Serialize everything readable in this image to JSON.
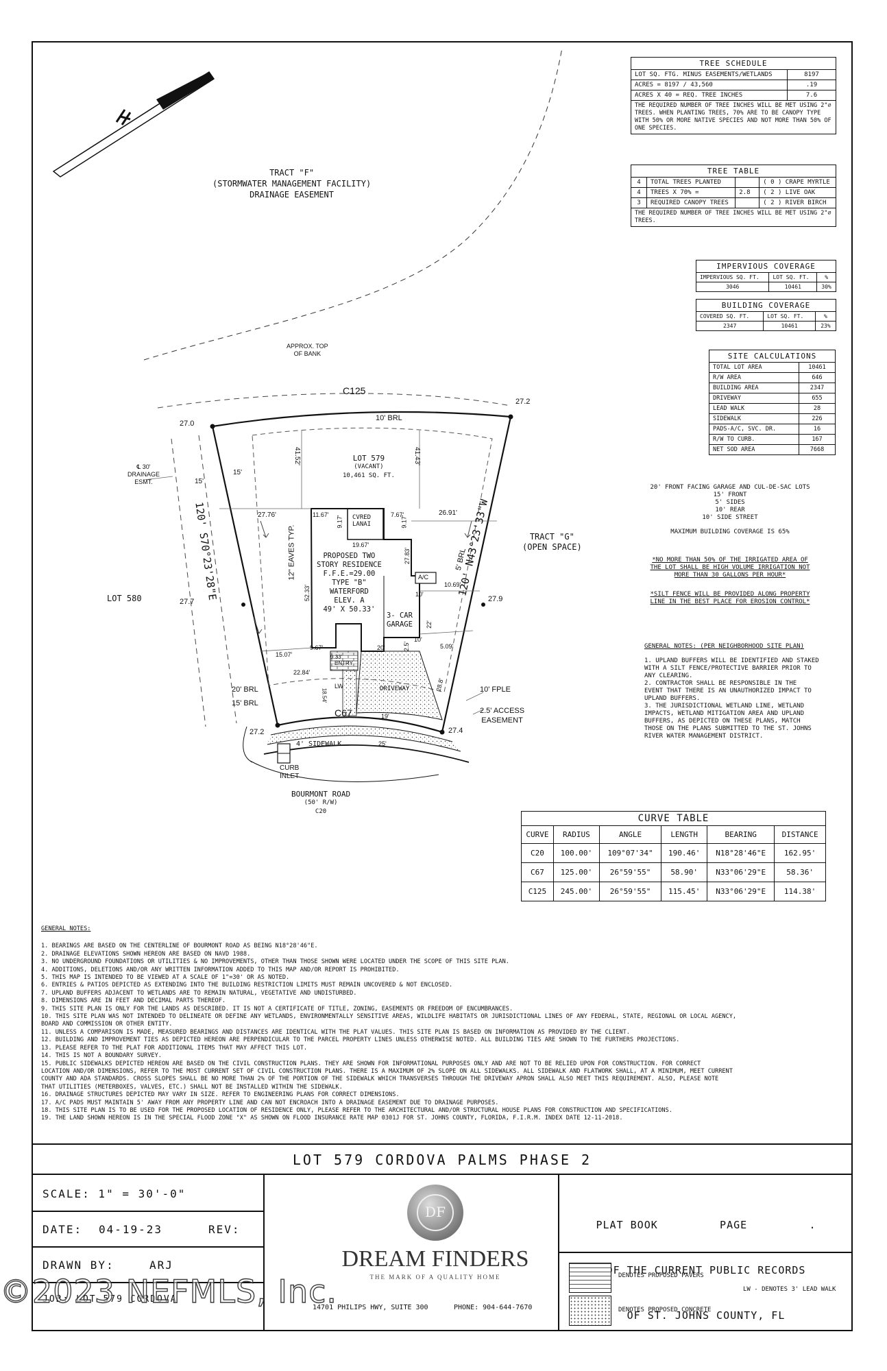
{
  "plan": {
    "tract_f": [
      "TRACT \"F\"",
      "(STORMWATER MANAGEMENT FACILITY)",
      "DRAINAGE EASEMENT"
    ],
    "top_of_bank": [
      "APPROX. TOP",
      "OF BANK"
    ],
    "curve_c125": "C125",
    "curve_c67": "C67",
    "corner_tl": "27.0",
    "corner_tr": "27.2",
    "corner_ml": "27.7",
    "corner_mr": "27.9",
    "corner_bl": "27.2",
    "corner_br": "27.4",
    "brl_rear": "10' BRL",
    "lot_title": "LOT 579",
    "lot_status": "(VACANT)",
    "lot_area": "10,461 SQ. FT.",
    "drainage_esmt": [
      "℄ 30'",
      "DRAINAGE",
      "ESMT."
    ],
    "dim_15a": "15'",
    "dim_15b": "15'",
    "dim_4152": "41.52'",
    "dim_4143": "41.43'",
    "dim_2776": "27.76'",
    "dim_2691": "26.91'",
    "west_bearing": "120' S70°23'28\"E",
    "east_bearing": "120' N43°23'33\"W",
    "tract_g": [
      "TRACT \"G\"",
      "(OPEN SPACE)"
    ],
    "lot_580": "LOT 580",
    "eaves": "12\" EAVES TYP.",
    "brl_side": "5' BRL",
    "dim_1167": "11.67'",
    "dim_917a": "9.17'",
    "dim_767": "7.67'",
    "dim_917b": "9.17'",
    "lanai": [
      "CVRED",
      "LANAI"
    ],
    "dim_1967": "19.67'",
    "dim_2783": "27.83'",
    "dim_5233": "52.33'",
    "residence": [
      "PROPOSED TWO",
      "STORY RESIDENCE",
      "F.F.E.=29.00",
      "TYPE \"B\"",
      "WATERFORD",
      "ELEV. A",
      "49' X 50.33'"
    ],
    "ac": "A/C",
    "dim_10a": "10'",
    "dim_1069": "10.69'",
    "garage": [
      "3- CAR",
      "GARAGE"
    ],
    "dim_22": "22'",
    "dim_1507": "15.07'",
    "dim_967": "9.67'",
    "dim_20": "20'",
    "dim_25": "2.5'",
    "dim_10b": "10'",
    "dim_509": "5.09'",
    "dim_933": "9.33'",
    "entry": "ENTRY",
    "dim_2284": "22.84'",
    "dim_2688": "28.8'",
    "brl_20": "20' BRL",
    "brl_15": "15' BRL",
    "lw": "LW",
    "driveway": "DRIVEWAY",
    "dim_1854": "18.54'",
    "fple": "10' FPLE",
    "access_esmt": [
      "2.5' ACCESS",
      "EASEMENT"
    ],
    "dim_19": "19'",
    "sidewalk": "4' SIDEWALK",
    "dim_25b": "25'",
    "curb_inlet": [
      "CURB",
      "INLET"
    ],
    "road": [
      "BOURMONT ROAD",
      "(50' R/W)",
      "C20"
    ]
  },
  "tree_schedule": {
    "title": "TREE SCHEDULE",
    "rows": [
      {
        "label": "LOT SQ. FTG. MINUS EASEMENTS/WETLANDS",
        "value": "8197"
      },
      {
        "label": "ACRES =   8197  / 43,560",
        "value": ".19"
      },
      {
        "label": "ACRES X 40 = REQ. TREE INCHES",
        "value": "7.6"
      }
    ],
    "note": "THE REQUIRED NUMBER OF TREE INCHES WILL BE MET USING 2\"⌀ TREES. WHEN PLANTING TREES, 70% ARE TO BE CANOPY TYPE WITH 50% OR MORE NATIVE SPECIES AND NOT MORE THAN 50% OF ONE SPECIES."
  },
  "tree_table": {
    "title": "TREE TABLE",
    "rows": [
      {
        "num": "4",
        "label": "TOTAL TREES PLANTED",
        "val": "",
        "type": "( 0 ) CRAPE MYRTLE"
      },
      {
        "num": "4",
        "label": "TREES X 70% =",
        "val": "2.8",
        "type": "( 2 ) LIVE OAK"
      },
      {
        "num": "3",
        "label": "REQUIRED CANOPY TREES",
        "val": "",
        "type": "( 2 ) RIVER BIRCH"
      }
    ],
    "note": "THE REQUIRED NUMBER OF TREE INCHES WILL BE MET USING 2\"⌀ TREES."
  },
  "impervious": {
    "title": "IMPERVIOUS COVERAGE",
    "h1": "IMPERVIOUS SQ. FT.",
    "h2": "LOT SQ. FT.",
    "h3": "%",
    "v1": "3046",
    "v2": "10461",
    "v3": "30%"
  },
  "building": {
    "title": "BUILDING COVERAGE",
    "h1": "COVERED SQ. FT.",
    "h2": "LOT SQ. FT.",
    "h3": "%",
    "v1": "2347",
    "v2": "10461",
    "v3": "23%"
  },
  "site_calc": {
    "title": "SITE CALCULATIONS",
    "rows": [
      {
        "label": "TOTAL LOT AREA",
        "value": "10461"
      },
      {
        "label": "R/W AREA",
        "value": "646"
      },
      {
        "label": "BUILDING AREA",
        "value": "2347"
      },
      {
        "label": "DRIVEWAY",
        "value": "655"
      },
      {
        "label": "LEAD WALK",
        "value": "28"
      },
      {
        "label": "SIDEWALK",
        "value": "226"
      },
      {
        "label": "PADS-A/C, SVC. DR.",
        "value": "16"
      },
      {
        "label": "R/W TO CURB.",
        "value": "167"
      },
      {
        "label": "NET SOD AREA",
        "value": "7668"
      }
    ]
  },
  "setbacks": [
    "20' FRONT FACING GARAGE AND CUL-DE-SAC LOTS",
    "15' FRONT",
    "5' SIDES",
    "10' REAR",
    "10' SIDE STREET"
  ],
  "max_coverage": "MAXIMUM BUILDING COVERAGE IS 65%",
  "irrigation_note": [
    "*NO MORE THAN 50% OF THE IRRIGATED AREA OF",
    "THE LOT SHALL BE HIGH VOLUME IRRIGATION NOT",
    "MORE THAN 30 GALLONS PER HOUR*"
  ],
  "silt_note": [
    "*SILT FENCE WILL BE PROVIDED ALONG PROPERTY",
    "LINE IN THE BEST PLACE FOR EROSION CONTROL*"
  ],
  "neighborhood_notes": {
    "title": "GENERAL NOTES: (PER NEIGHBORHOOD SITE PLAN)",
    "lines": [
      "1. UPLAND BUFFERS WILL BE IDENTIFIED AND STAKED",
      "WITH A SILT FENCE/PROTECTIVE BARRIER PRIOR TO",
      "ANY CLEARING.",
      "2. CONTRACTOR SHALL BE RESPONSIBLE IN THE",
      "EVENT THAT THERE IS AN UNAUTHORIZED IMPACT TO",
      "UPLAND BUFFERS.",
      "3. THE JURISDICTIONAL WETLAND LINE, WETLAND",
      "IMPACTS, WETLAND MITIGATION AREA AND UPLAND",
      "BUFFERS, AS DEPICTED ON THESE PLANS, MATCH",
      "THOSE ON THE PLANS SUBMITTED TO THE ST. JOHNS",
      "RIVER WATER MANAGEMENT DISTRICT."
    ]
  },
  "curve_table": {
    "title": "CURVE TABLE",
    "headers": [
      "CURVE",
      "RADIUS",
      "ANGLE",
      "LENGTH",
      "BEARING",
      "DISTANCE"
    ],
    "rows": [
      [
        "C20",
        "100.00'",
        "109°07'34\"",
        "190.46'",
        "N18°28'46\"E",
        "162.95'"
      ],
      [
        "C67",
        "125.00'",
        "26°59'55\"",
        "58.90'",
        "N33°06'29\"E",
        "58.36'"
      ],
      [
        "C125",
        "245.00'",
        "26°59'55\"",
        "115.45'",
        "N33°06'29\"E",
        "114.38'"
      ]
    ]
  },
  "general_notes": {
    "title": "GENERAL NOTES:",
    "lines": [
      "1. BEARINGS ARE BASED ON THE CENTERLINE OF BOURMONT ROAD AS BEING N18°28'46\"E.",
      "2. DRAINAGE ELEVATIONS SHOWN HEREON ARE BASED ON NAVD 1988.",
      "3. NO UNDERGROUND FOUNDATIONS OR UTILITIES & NO IMPROVEMENTS, OTHER THAN THOSE SHOWN WERE LOCATED UNDER THE SCOPE OF THIS SITE PLAN.",
      "4. ADDITIONS, DELETIONS AND/OR ANY WRITTEN INFORMATION ADDED TO THIS MAP AND/OR REPORT IS PROHIBITED.",
      "5. THIS MAP IS INTENDED TO BE VIEWED AT A SCALE OF 1\"=30' OR AS NOTED.",
      "6. ENTRIES & PATIOS DEPICTED AS EXTENDING INTO THE BUILDING RESTRICTION LIMITS MUST REMAIN UNCOVERED & NOT ENCLOSED.",
      "7. UPLAND BUFFERS ADJACENT TO WETLANDS ARE TO REMAIN NATURAL, VEGETATIVE AND UNDISTURBED.",
      "8. DIMENSIONS ARE IN FEET AND DECIMAL PARTS THEREOF.",
      "9. THIS SITE PLAN IS ONLY FOR THE LANDS AS DESCRIBED. IT IS NOT A CERTIFICATE OF TITLE, ZONING, EASEMENTS OR FREEDOM OF ENCUMBRANCES.",
      "10. THIS SITE PLAN WAS NOT INTENDED TO DELINEATE OR DEFINE ANY WETLANDS, ENVIRONMENTALLY SENSITIVE AREAS, WILDLIFE HABITATS OR JURISDICTIONAL LINES OF ANY FEDERAL, STATE, REGIONAL OR LOCAL AGENCY,",
      "BOARD AND COMMISSION OR OTHER ENTITY.",
      "11. UNLESS A COMPARISON IS MADE, MEASURED BEARINGS AND DISTANCES ARE IDENTICAL WITH THE PLAT VALUES. THIS SITE PLAN IS BASED ON INFORMATION AS PROVIDED BY THE CLIENT.",
      "12. BUILDING AND IMPROVEMENT TIES AS DEPICTED HEREON ARE PERPENDICULAR TO THE PARCEL PROPERTY LINES UNLESS OTHERWISE NOTED. ALL BUILDING TIES ARE SHOWN TO THE FURTHERS PROJECTIONS.",
      "13. PLEASE REFER TO THE PLAT FOR ADDITIONAL ITEMS THAT MAY AFFECT THIS LOT.",
      "14. THIS IS NOT A BOUNDARY SURVEY.",
      "15. PUBLIC SIDEWALKS DEPICTED HEREON ARE BASED ON THE CIVIL CONSTRUCTION PLANS. THEY ARE SHOWN FOR INFORMATIONAL PURPOSES ONLY AND ARE NOT TO BE RELIED UPON FOR CONSTRUCTION. FOR CORRECT",
      "LOCATION AND/OR DIMENSIONS, REFER TO THE MOST CURRENT SET OF CIVIL CONSTRUCTION PLANS. THERE IS A MAXIMUM OF 2% SLOPE ON ALL SIDEWALKS. ALL SIDEWALK AND FLATWORK SHALL, AT A MINIMUM, MEET CURRENT",
      "COUNTY AND ADA STANDARDS. CROSS SLOPES SHALL BE NO MORE THAN 2% OF THE PORTION OF THE SIDEWALK WHICH TRANSVERSES THROUGH THE DRIVEWAY APRON SHALL ALSO MEET THIS REQUIREMENT. ALSO, PLEASE NOTE",
      "THAT UTILITIES (METERBOXES, VALVES, ETC.) SHALL NOT BE INSTALLED WITHIN THE SIDEWALK.",
      "16. DRAINAGE STRUCTURES DEPICTED MAY VARY IN SIZE. REFER TO ENGINEERING PLANS FOR CORRECT DIMENSIONS.",
      "17. A/C PADS MUST MAINTAIN 5' AWAY FROM ANY PROPERTY LINE AND CAN NOT ENCROACH INTO A DRAINAGE EASEMENT DUE TO DRAINAGE PURPOSES.",
      "18. THIS SITE PLAN IS TO BE USED FOR THE PROPOSED LOCATION OF RESIDENCE ONLY, PLEASE REFER TO THE ARCHITECTURAL AND/OR STRUCTURAL HOUSE PLANS FOR CONSTRUCTION AND SPECIFICATIONS.",
      "19. THE LAND SHOWN HEREON IS IN THE SPECIAL FLOOD ZONE \"X\" AS SHOWN ON FLOOD INSURANCE RATE MAP 0301J FOR ST. JOHNS COUNTY, FLORIDA, F.I.R.M. INDEX DATE 12-11-2018."
    ]
  },
  "title_block": {
    "project": "LOT 579 CORDOVA PALMS PHASE 2",
    "scale": "SCALE: 1\" = 30'-0\"",
    "date_label": "DATE:",
    "date": "04-19-23",
    "rev": "REV:",
    "drawn": "DRAWN BY:",
    "drawn_by": "ARJ",
    "job": "JOB: LOT 579 CORDOVA",
    "logo_mono": "DF",
    "logo_name": "DREAM FINDERS",
    "logo_tag": "THE MARK OF A QUALITY HOME",
    "address": "14701 PHILIPS HWY, SUITE 300",
    "phone": "PHONE: 904-644-7670",
    "plat": [
      "PLAT BOOK         PAGE         .",
      "OF THE CURRENT PUBLIC RECORDS",
      "OF ST. JOHNS COUNTY, FL"
    ],
    "legend_pavers": "DENOTES PROPOSED PAVERS",
    "legend_lw": "LW - DENOTES 3' LEAD WALK",
    "legend_concrete": "DENOTES PROPOSED CONCRETE"
  },
  "watermark": "©2023 NEFMLS, Inc."
}
